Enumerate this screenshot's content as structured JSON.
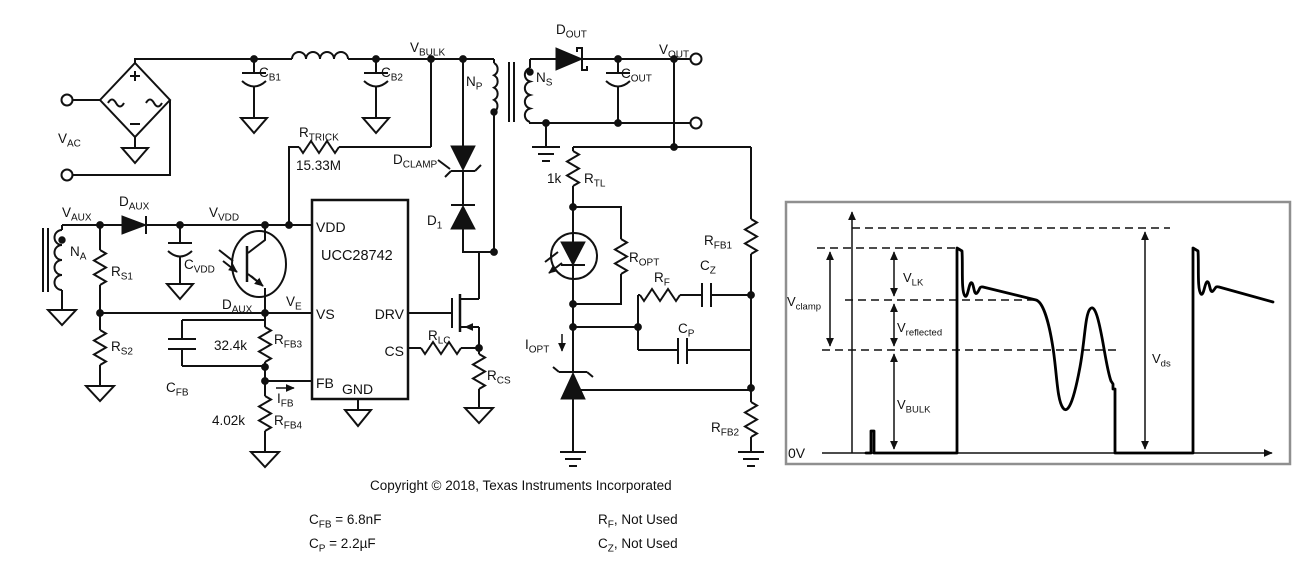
{
  "labels": {
    "vac": {
      "m": "V",
      "s": "AC"
    },
    "vaux": {
      "m": "V",
      "s": "AUX"
    },
    "na": {
      "m": "N",
      "s": "A"
    },
    "daux_diode": {
      "m": "D",
      "s": "AUX"
    },
    "vvdd": {
      "m": "V",
      "s": "VDD"
    },
    "cvdd": {
      "m": "C",
      "s": "VDD"
    },
    "daux_opto": {
      "m": "D",
      "s": "AUX"
    },
    "ve": {
      "m": "V",
      "s": "E"
    },
    "rs1": {
      "m": "R",
      "s": "S1"
    },
    "rs2": {
      "m": "R",
      "s": "S2"
    },
    "rfb3": {
      "m": "R",
      "s": "FB3"
    },
    "cfb": {
      "m": "C",
      "s": "FB"
    },
    "rfb4": {
      "m": "R",
      "s": "FB4"
    },
    "ifb": {
      "m": "I",
      "s": "FB"
    },
    "cb1": {
      "m": "C",
      "s": "B1"
    },
    "cb2": {
      "m": "C",
      "s": "B2"
    },
    "rtrick": {
      "m": "R",
      "s": "TRICK"
    },
    "vbulk": {
      "m": "V",
      "s": "BULK"
    },
    "dclamp": {
      "m": "D",
      "s": "CLAMP"
    },
    "d1": {
      "m": "D",
      "s": "1"
    },
    "np": {
      "m": "N",
      "s": "P"
    },
    "ns": {
      "m": "N",
      "s": "S"
    },
    "dout": {
      "m": "D",
      "s": "OUT"
    },
    "cout": {
      "m": "C",
      "s": "OUT"
    },
    "vout": {
      "m": "V",
      "s": "OUT"
    },
    "rtl": {
      "m": "R",
      "s": "TL"
    },
    "ropt": {
      "m": "R",
      "s": "OPT"
    },
    "iopt": {
      "m": "I",
      "s": "OPT"
    },
    "rf": {
      "m": "R",
      "s": "F"
    },
    "cz": {
      "m": "C",
      "s": "Z"
    },
    "cp": {
      "m": "C",
      "s": "P"
    },
    "rfb1": {
      "m": "R",
      "s": "FB1"
    },
    "rfb2": {
      "m": "R",
      "s": "FB2"
    }
  },
  "values": {
    "rtrick": "15.33M",
    "rfb3": "32.4k",
    "rfb4": "4.02k",
    "rtl": "1k"
  },
  "ic": {
    "name": "UCC28742",
    "pin_vdd": "VDD",
    "pin_vs": "VS",
    "pin_fb": "FB",
    "pin_gnd": "GND",
    "pin_drv": "DRV",
    "pin_cs": "CS"
  },
  "notes": {
    "copyright": "Copyright © 2018, Texas Instruments Incorporated",
    "cfb": {
      "m": "C",
      "s": "FB",
      "rest": " = 6.8nF"
    },
    "cp": {
      "m": "C",
      "s": "P",
      "rest": " = 2.2µF"
    },
    "rf": {
      "m": "R",
      "s": "F",
      "rest": ", Not Used"
    },
    "cz": {
      "m": "C",
      "s": "Z",
      "rest": ",  Not Used"
    }
  },
  "waveform": {
    "zero": "0V",
    "vclamp": {
      "m": "V",
      "s": "clamp"
    },
    "vlk": {
      "m": "V",
      "s": "LK"
    },
    "vreflected": {
      "m": "V",
      "s": "reflected"
    },
    "vbulk": {
      "m": "V",
      "s": "BULK"
    },
    "vds": {
      "m": "V",
      "s": "ds"
    }
  }
}
